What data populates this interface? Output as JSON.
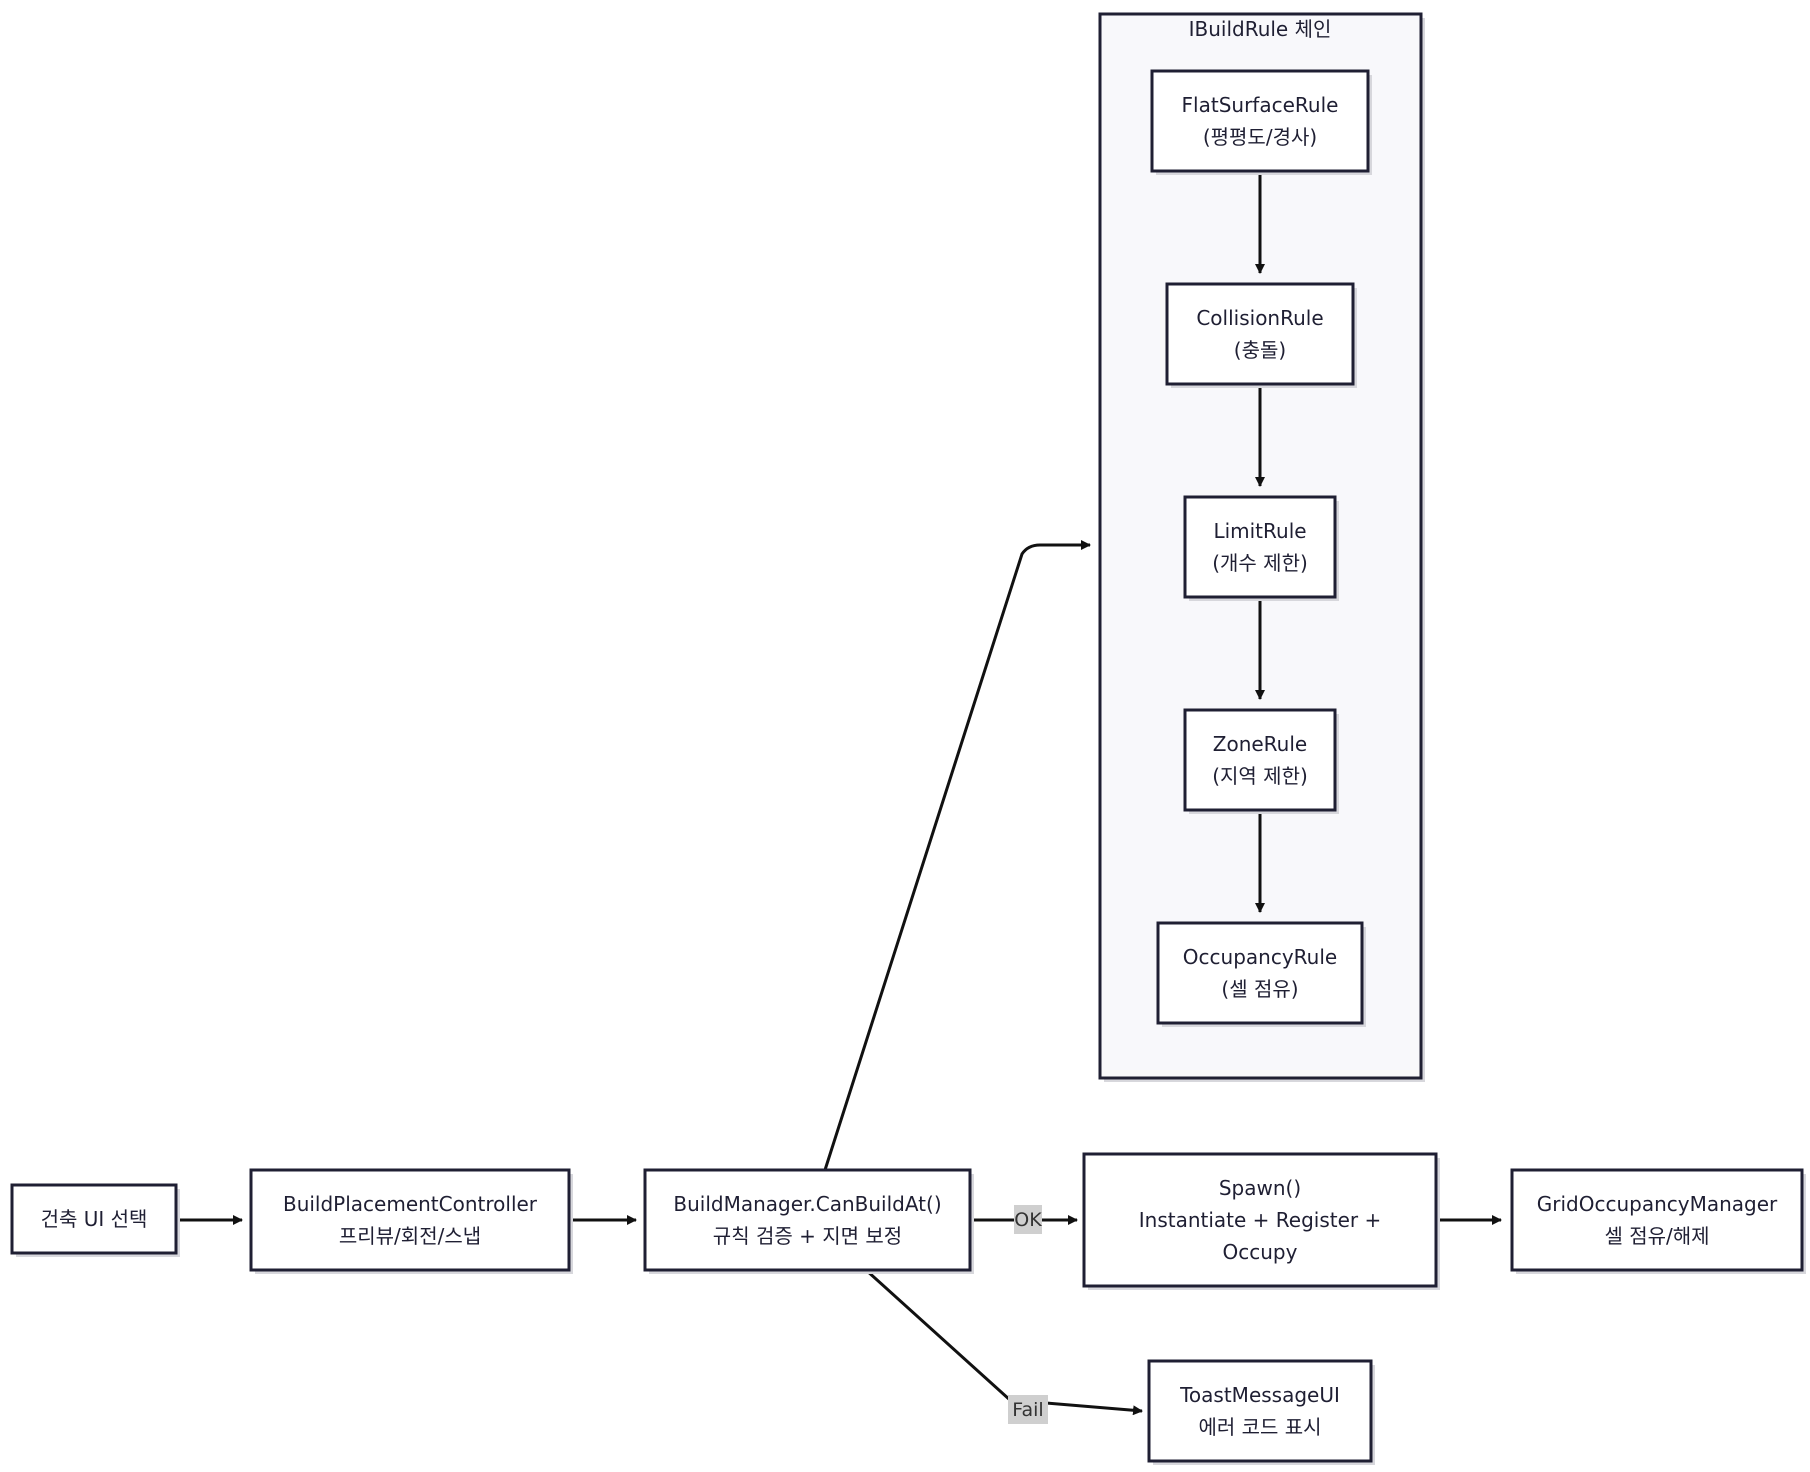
{
  "group": {
    "title": "IBuildRule 체인"
  },
  "nodes": {
    "select_ui": {
      "lines": [
        "건축 UI 선택"
      ]
    },
    "placement": {
      "lines": [
        "BuildPlacementController",
        "프리뷰/회전/스냅"
      ]
    },
    "manager": {
      "lines": [
        "BuildManager.CanBuildAt()",
        "규칙 검증 + 지면 보정"
      ]
    },
    "flat_rule": {
      "lines": [
        "FlatSurfaceRule",
        "(평평도/경사)"
      ]
    },
    "collision_rule": {
      "lines": [
        "CollisionRule",
        "(충돌)"
      ]
    },
    "limit_rule": {
      "lines": [
        "LimitRule",
        "(개수 제한)"
      ]
    },
    "zone_rule": {
      "lines": [
        "ZoneRule",
        "(지역 제한)"
      ]
    },
    "occupancy_rule": {
      "lines": [
        "OccupancyRule",
        "(셀 점유)"
      ]
    },
    "spawn": {
      "lines": [
        "Spawn()",
        "Instantiate + Register +",
        "Occupy"
      ]
    },
    "grid": {
      "lines": [
        "GridOccupancyManager",
        "셀 점유/해제"
      ]
    },
    "toast": {
      "lines": [
        "ToastMessageUI",
        "에러 코드 표시"
      ]
    }
  },
  "edge_labels": {
    "ok": "OK",
    "fail": "Fail"
  }
}
